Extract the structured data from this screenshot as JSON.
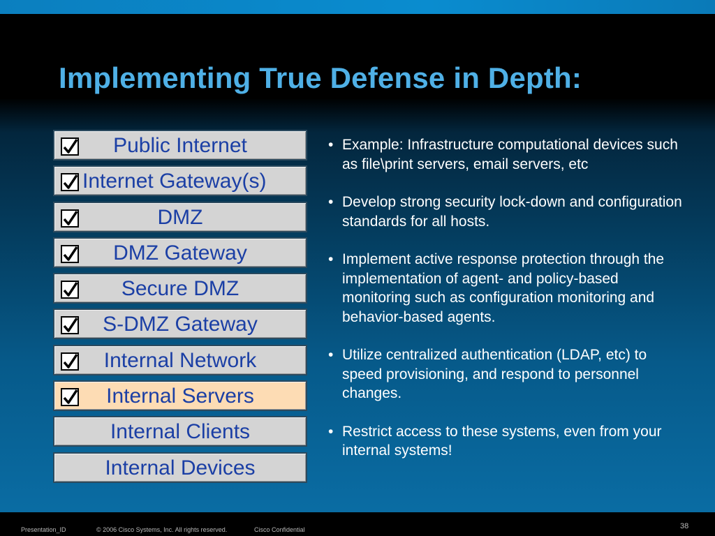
{
  "slide": {
    "title": "Implementing True Defense in Depth:"
  },
  "layers": [
    {
      "label": "Public Internet",
      "checked": true,
      "highlight": false
    },
    {
      "label": "Internet Gateway(s)",
      "checked": true,
      "highlight": false
    },
    {
      "label": "DMZ",
      "checked": true,
      "highlight": false
    },
    {
      "label": "DMZ Gateway",
      "checked": true,
      "highlight": false
    },
    {
      "label": "Secure DMZ",
      "checked": true,
      "highlight": false
    },
    {
      "label": "S-DMZ Gateway",
      "checked": true,
      "highlight": false
    },
    {
      "label": "Internal Network",
      "checked": true,
      "highlight": false
    },
    {
      "label": "Internal Servers",
      "checked": true,
      "highlight": true
    },
    {
      "label": "Internal Clients",
      "checked": false,
      "highlight": false
    },
    {
      "label": "Internal Devices",
      "checked": false,
      "highlight": false
    }
  ],
  "bullets": [
    "Example: Infrastructure computational devices such as file\\print servers, email servers, etc",
    "Develop strong security lock-down and configuration standards for all hosts.",
    "Implement active response protection through the implementation of agent- and policy-based monitoring such as configuration monitoring and behavior-based agents.",
    "Utilize centralized authentication (LDAP, etc) to speed provisioning, and respond to personnel changes.",
    "Restrict access to these systems, even from your internal systems!"
  ],
  "footer": {
    "presentation_id": "Presentation_ID",
    "copyright": "© 2006 Cisco Systems, Inc. All rights reserved.",
    "confidential": "Cisco Confidential",
    "page_number": "38"
  },
  "colors": {
    "title": "#4fb0e6",
    "layer_text": "#1b3fa5",
    "layer_bg": "#d4d4d4",
    "layer_highlight_bg": "#fddcb4",
    "accent_bar": "#0a8ccf"
  },
  "icons": {
    "checkbox": "checkbox-checked-icon"
  }
}
